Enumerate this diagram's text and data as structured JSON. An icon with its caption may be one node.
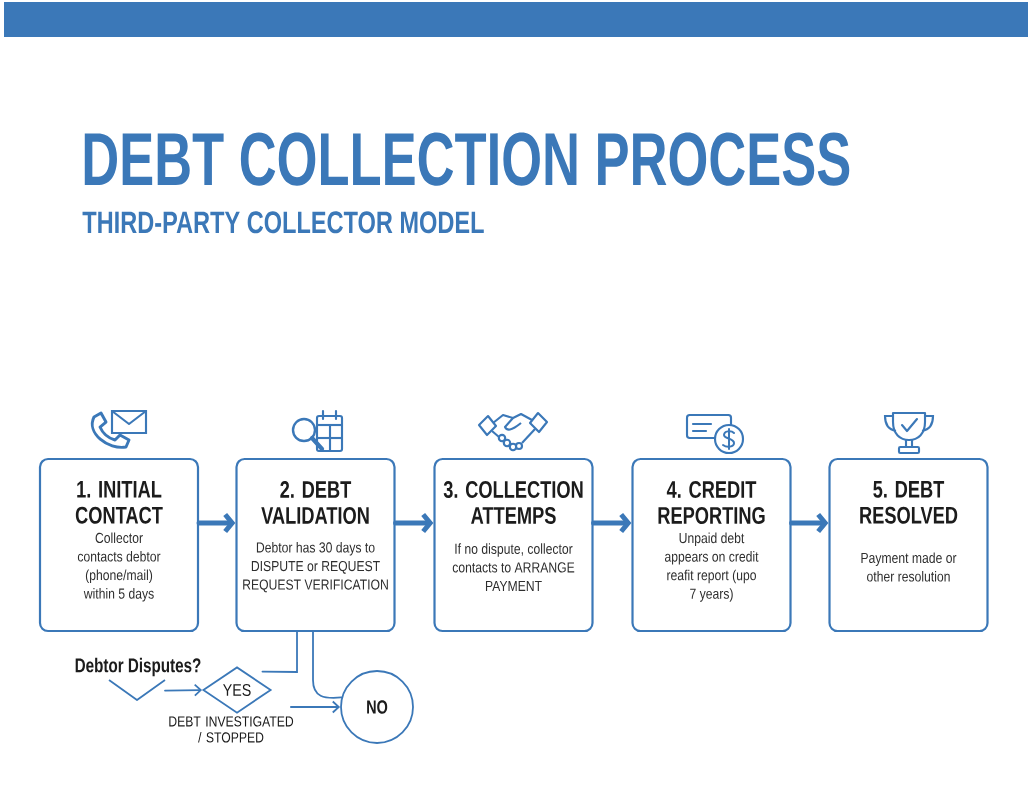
{
  "diagram": {
    "title": "DEBT COLLECTION PROCESS",
    "nodes": [
      {
        "text": [
          "1. INITIAL CONTACT",
          "Collector contacts debtor (phone/mail) within 5 days"
        ]
      },
      {
        "text": [
          "2. DEBT VALIDATION",
          "Debtor has 30 days to DISPUTE or REQUEST REQUEST VERIFICATION"
        ]
      },
      {
        "text": [
          "3. COLLECTION ATTEMPS",
          "If no dispute, collector contacts to ARRANGE PAYMENT"
        ]
      },
      {
        "text": [
          "4. CREDIT REPORTING",
          "Unpaid debt appears on credit reafit report (upo 7 years)"
        ]
      },
      {
        "text": [
          "5. DEBT RESOLVED",
          "Payment made or other resolution"
        ]
      },
      {
        "text": [
          "Debtor Disputes?"
        ]
      },
      {
        "text": [
          "YES"
        ],
        "beside": [
          "DEBT INVESTIGATED / STOPPED"
        ]
      },
      {
        "text": [
          "NO"
        ]
      }
    ],
    "edges": [
      {
        "from": 0,
        "to": 1,
        "arrow": "to",
        "style": "thick"
      },
      {
        "from": 1,
        "to": 2,
        "arrow": "to",
        "style": "thick"
      },
      {
        "from": 2,
        "to": 3,
        "arrow": "to",
        "style": "thick"
      },
      {
        "from": 3,
        "to": 4,
        "arrow": "to",
        "style": "thick"
      },
      {
        "from": 5,
        "to": 6,
        "arrow": "to"
      },
      {
        "from": 1,
        "to": 6,
        "arrow": "none"
      },
      {
        "from": 1,
        "to": 7,
        "arrow": "none"
      },
      {
        "from": 6,
        "to": 7,
        "arrow": "to"
      }
    ],
    "labels": [
      "THIRD-PARTY COLLECTOR MODEL"
    ]
  }
}
